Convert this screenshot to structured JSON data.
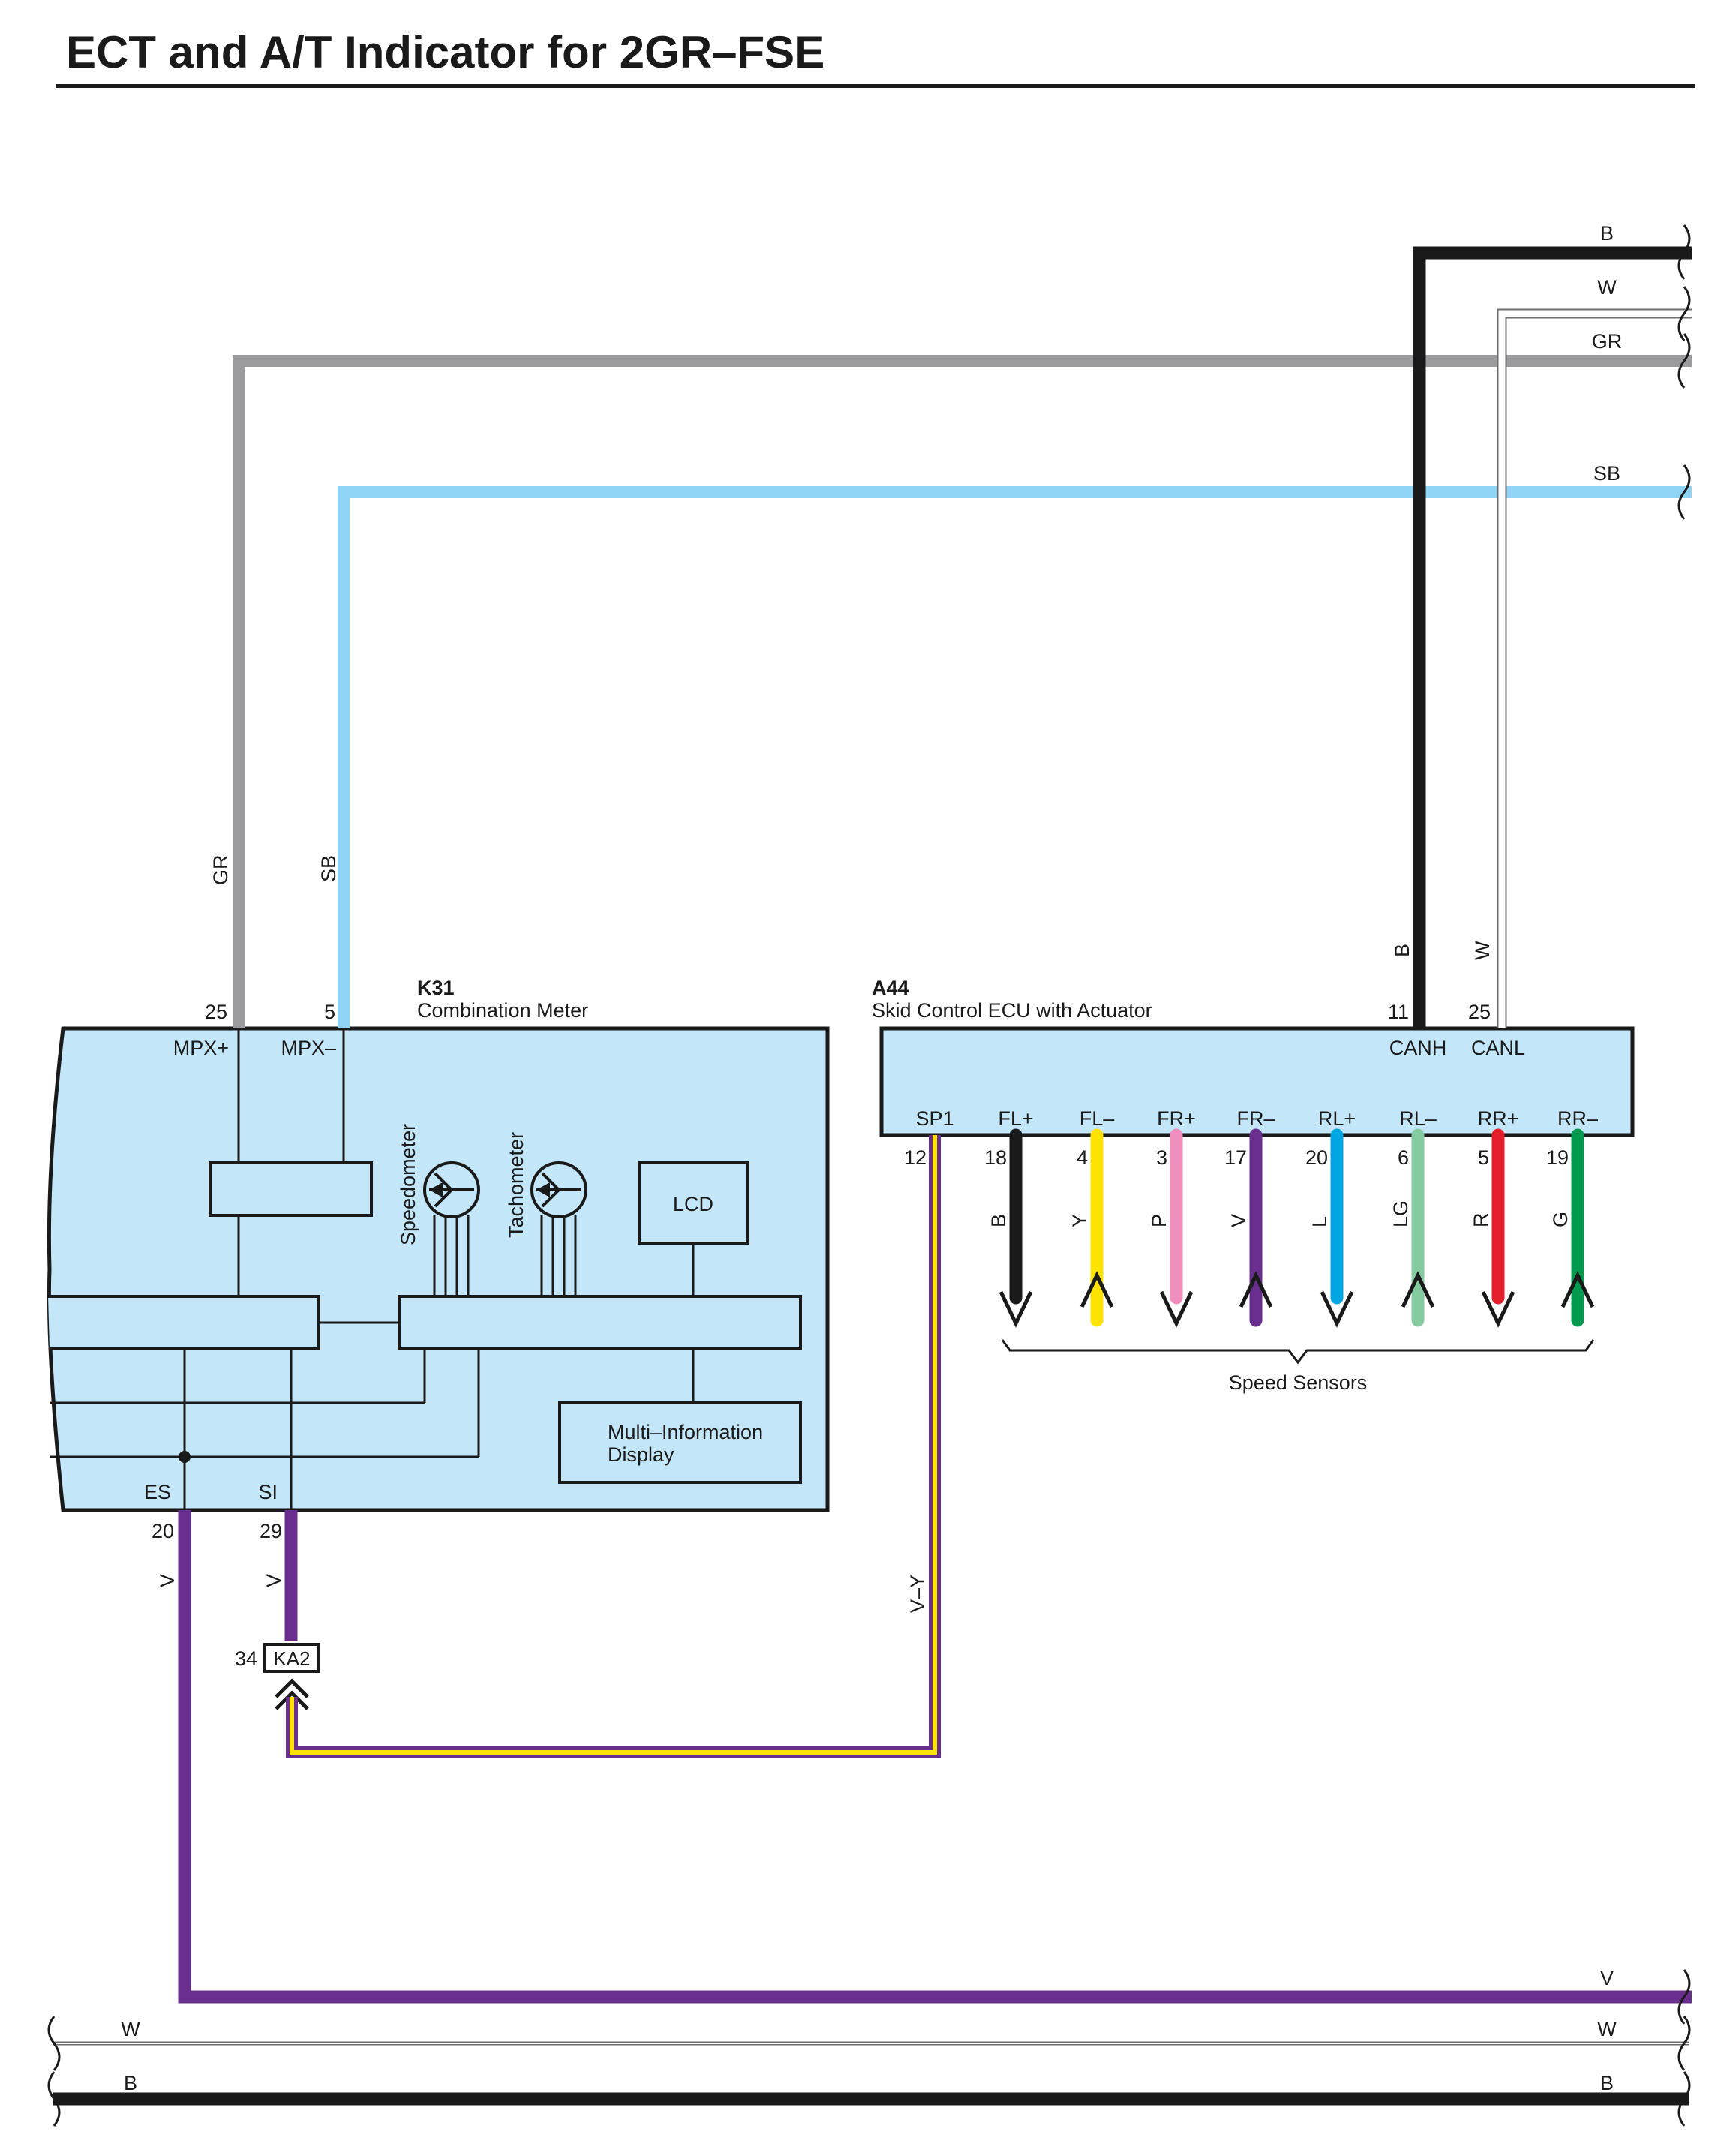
{
  "title": "ECT and A/T Indicator for 2GR–FSE",
  "colors": {
    "box": "#c3e6f8",
    "GR": "#9b9b9d",
    "SB": "#8fd4f4",
    "B": "#1a1a1a",
    "W": "#ffffff",
    "V": "#6a2f8e",
    "Y": "#ffe300",
    "P": "#f08fbd",
    "L": "#00a6e3",
    "LG": "#86cba0",
    "R": "#e41e2a",
    "G": "#009a4e"
  },
  "right_wires": {
    "B": "B",
    "W": "W",
    "GR": "GR",
    "SB": "SB"
  },
  "bottom_wires": {
    "V_right": "V",
    "W_left": "W",
    "W_right": "W",
    "B_left": "B",
    "B_right": "B"
  },
  "k31": {
    "id": "K31",
    "name": "Combination Meter",
    "pins": [
      {
        "num": "25",
        "name": "MPX+",
        "wire": "GR"
      },
      {
        "num": "5",
        "name": "MPX–",
        "wire": "SB"
      },
      {
        "num": "20",
        "name": "ES",
        "wire": "V"
      },
      {
        "num": "29",
        "name": "SI",
        "wire": "V"
      }
    ],
    "speedometer": "Speedometer",
    "tachometer": "Tachometer",
    "lcd": "LCD",
    "mid_line1": "Multi–Information",
    "mid_line2": "Display"
  },
  "a44": {
    "id": "A44",
    "name": "Skid Control ECU with Actuator",
    "top_pins": [
      {
        "num": "11",
        "name": "CANH",
        "wire": "B"
      },
      {
        "num": "25",
        "name": "CANL",
        "wire": "W"
      }
    ],
    "sp1": {
      "num": "12",
      "name": "SP1",
      "wire": "V–Y"
    },
    "sensor_pins": [
      {
        "num": "18",
        "name": "FL+",
        "wire": "B"
      },
      {
        "num": "4",
        "name": "FL–",
        "wire": "Y"
      },
      {
        "num": "3",
        "name": "FR+",
        "wire": "P"
      },
      {
        "num": "17",
        "name": "FR–",
        "wire": "V"
      },
      {
        "num": "20",
        "name": "RL+",
        "wire": "L"
      },
      {
        "num": "6",
        "name": "RL–",
        "wire": "LG"
      },
      {
        "num": "5",
        "name": "RR+",
        "wire": "R"
      },
      {
        "num": "19",
        "name": "RR–",
        "wire": "G"
      }
    ],
    "speed_sensors": "Speed Sensors"
  },
  "ka2": {
    "id": "KA2",
    "pin": "34"
  }
}
